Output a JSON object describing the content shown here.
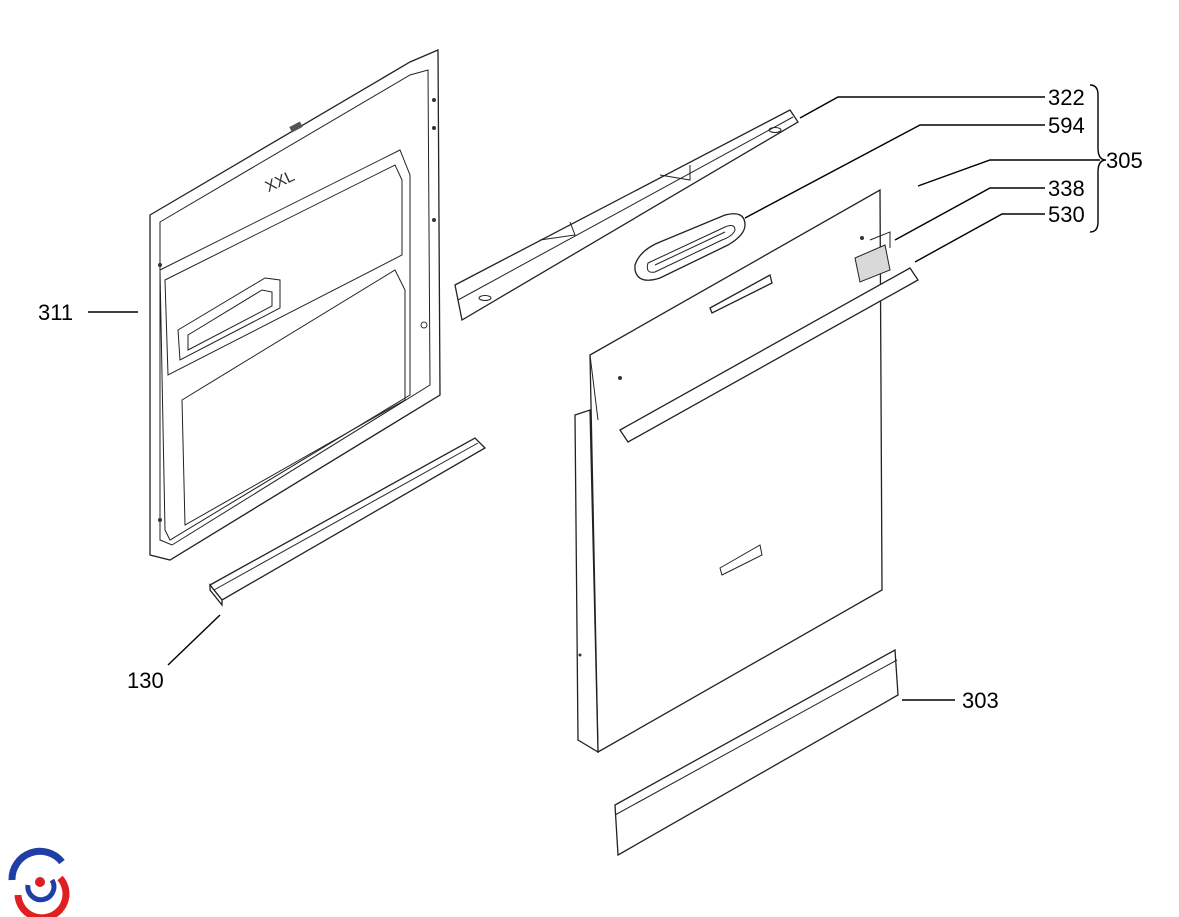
{
  "callouts": {
    "c311": "311",
    "c130": "130",
    "c322": "322",
    "c594": "594",
    "c305": "305",
    "c338": "338",
    "c530": "530",
    "c303": "303"
  },
  "panel_emboss": "XXL",
  "logo": {
    "name": "brand-logo",
    "colors": [
      "#1f3fa6",
      "#e02020"
    ]
  }
}
